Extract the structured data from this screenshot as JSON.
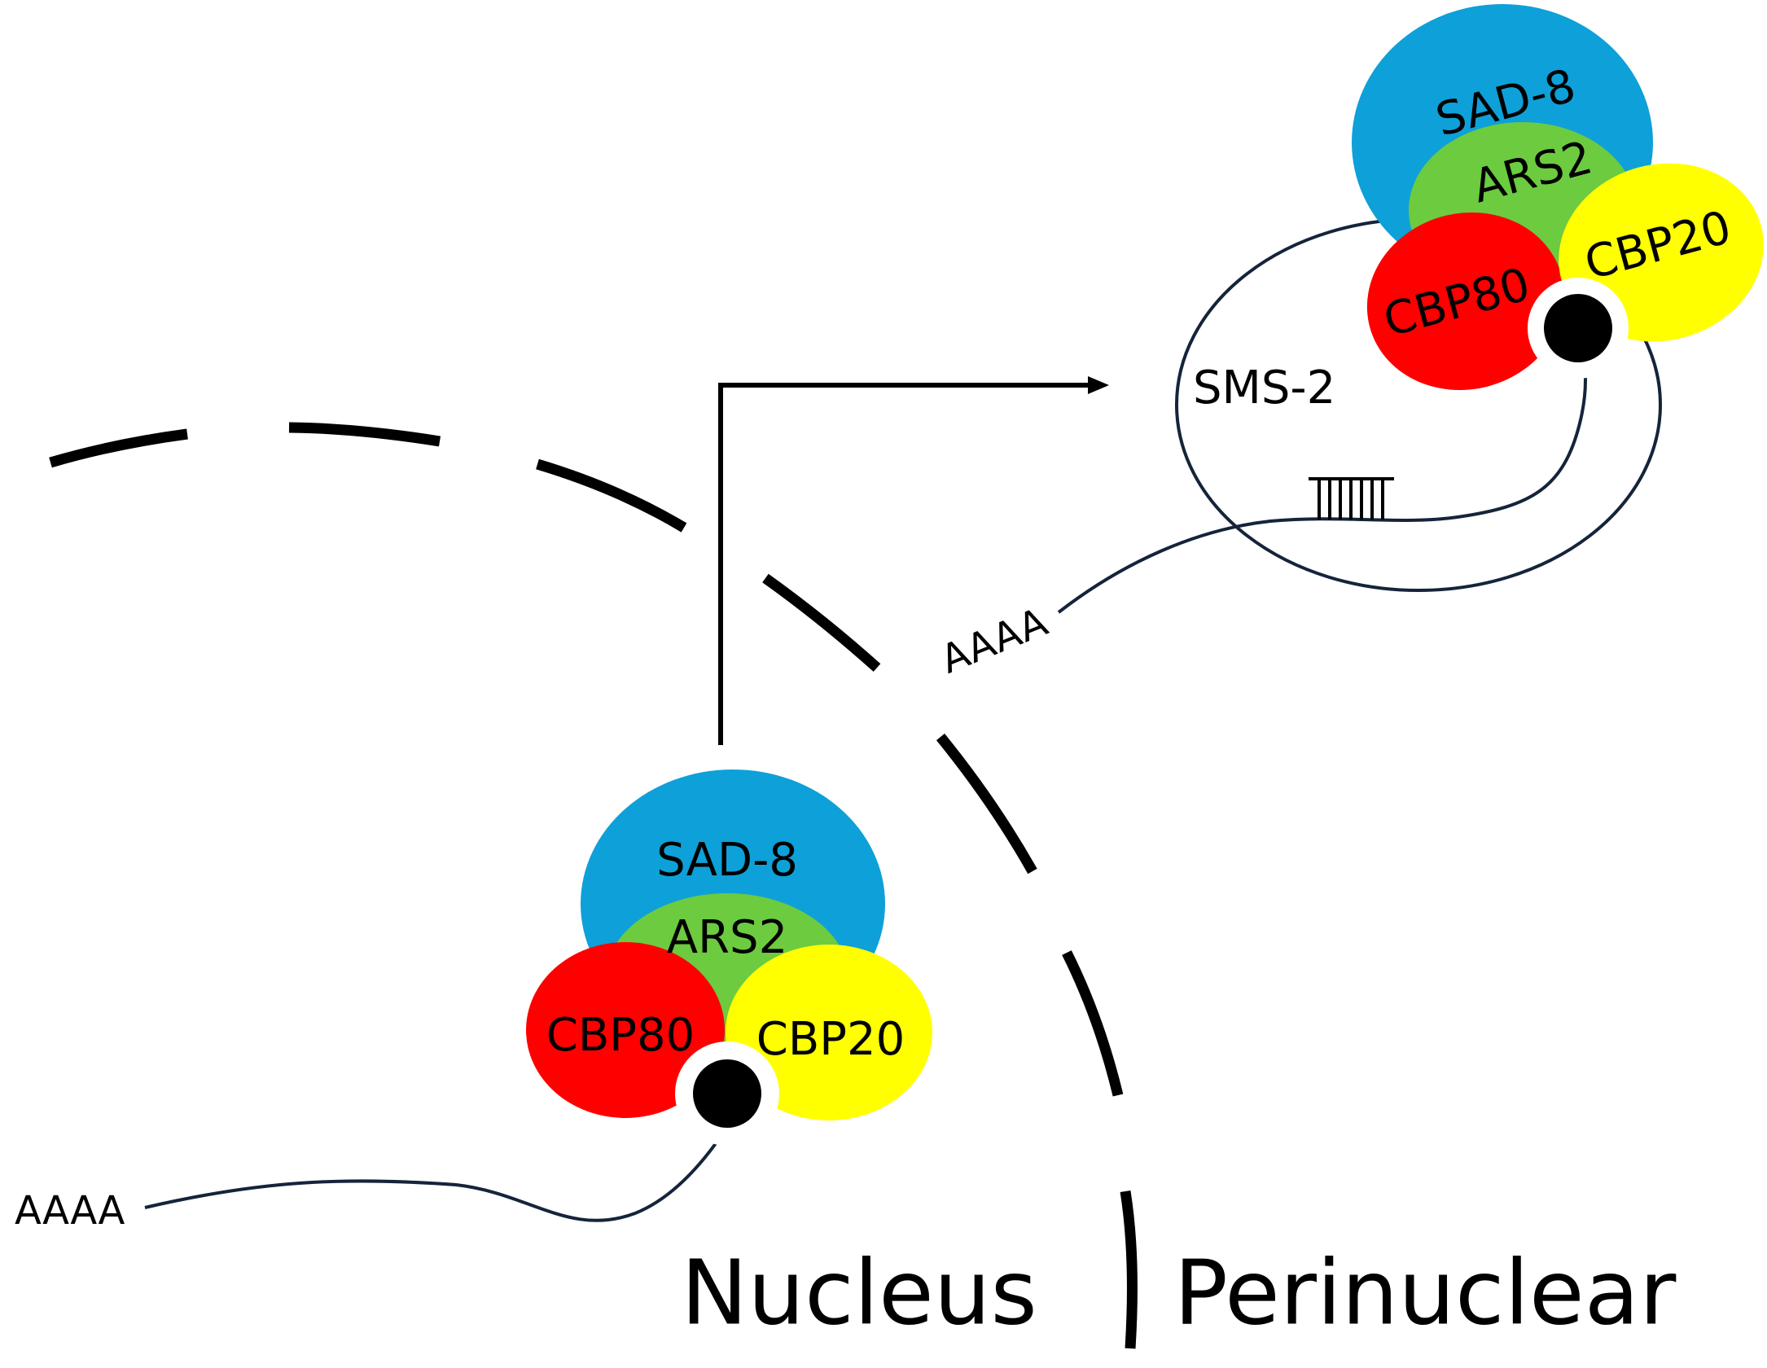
{
  "colors": {
    "sad8": "#0ea0d8",
    "ars2": "#6ccb3f",
    "cbp80": "#ff0000",
    "cbp20": "#ffff00",
    "cap": "#000000",
    "rna": "#15243a",
    "membrane": "#000000"
  },
  "nuclear_complex": {
    "sad8_label": "SAD-8",
    "ars2_label": "ARS2",
    "cbp80_label": "CBP80",
    "cbp20_label": "CBP20",
    "polyA_label": "AAAA"
  },
  "perinuclear_complex": {
    "sad8_label": "SAD-8",
    "ars2_label": "ARS2",
    "cbp80_label": "CBP80",
    "cbp20_label": "CBP20",
    "sms2_label": "SMS-2",
    "polyA_label": "AAAA"
  },
  "regions": {
    "left_label": "Nucleus",
    "right_label": "Perinuclear"
  }
}
